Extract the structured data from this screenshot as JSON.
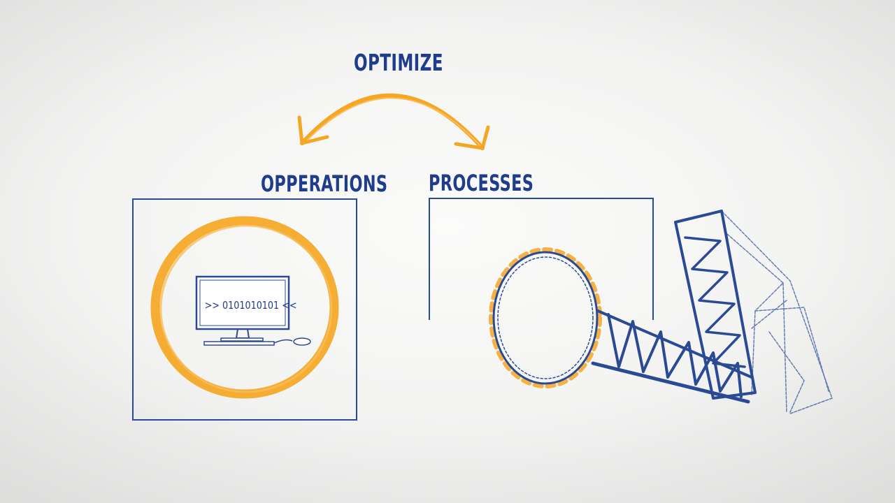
{
  "diagram": {
    "title": "OPTIMIZE",
    "left_box": {
      "label": "OPPERATIONS",
      "screen_text": ">> 0101010101 <<"
    },
    "right_box": {
      "label": "PROCESSES"
    }
  },
  "colors": {
    "accent": "#f5a623",
    "ink": "#1f3d8a"
  },
  "icons": [
    "bidirectional-arrow-icon",
    "computer-monitor-icon",
    "mouse-icon",
    "orange-ring-icon",
    "roller-coaster-icon"
  ]
}
